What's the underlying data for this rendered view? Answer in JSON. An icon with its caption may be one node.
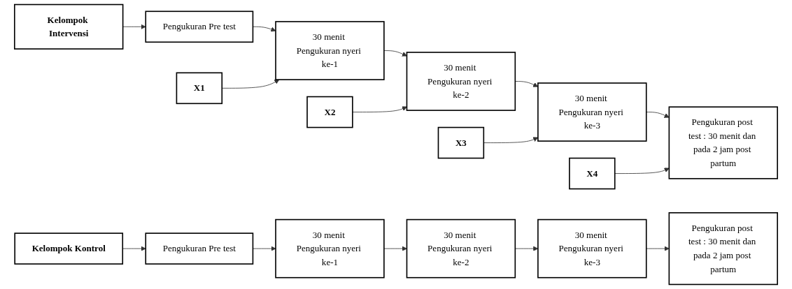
{
  "diagram": {
    "nodes": [
      {
        "text": [
          "X1"
        ]
      },
      {
        "text": [
          "X2"
        ]
      },
      {
        "text": [
          "X3"
        ]
      },
      {
        "text": [
          "X4"
        ]
      },
      {
        "text": [
          "Kelompok Intervensi"
        ]
      },
      {
        "text": [
          "Pengukuran Pre test"
        ]
      },
      {
        "text": [
          "30 menit Pengukuran nyeri ke-1"
        ]
      },
      {
        "text": [
          "30 menit Pengukuran nyeri ke-2"
        ]
      },
      {
        "text": [
          "30 menit Pengukuran nyeri ke-3"
        ]
      },
      {
        "text": [
          "Pengukuran post test : 30 menit dan pada 2 jam post partum"
        ]
      },
      {
        "text": [
          "Kelompok Kontrol"
        ]
      },
      {
        "text": [
          "Pengukuran Pre test"
        ]
      },
      {
        "text": [
          "30 menit Pengukuran nyeri ke-1"
        ]
      },
      {
        "text": [
          "30 menit Pengukuran nyeri ke-2"
        ]
      },
      {
        "text": [
          "30 menit Pengukuran nyeri ke-3"
        ]
      },
      {
        "text": [
          "Pengukuran post test : 30 menit dan pada 2 jam post partum"
        ]
      }
    ],
    "edges": [
      {
        "from": 4,
        "to": 5,
        "arrow": "to"
      },
      {
        "from": 5,
        "to": 6,
        "arrow": "to"
      },
      {
        "from": 6,
        "to": 7,
        "arrow": "to"
      },
      {
        "from": 7,
        "to": 8,
        "arrow": "to"
      },
      {
        "from": 8,
        "to": 9,
        "arrow": "to"
      },
      {
        "from": 0,
        "to": 6,
        "arrow": "to"
      },
      {
        "from": 1,
        "to": 7,
        "arrow": "to"
      },
      {
        "from": 2,
        "to": 8,
        "arrow": "to"
      },
      {
        "from": 3,
        "to": 9,
        "arrow": "to"
      },
      {
        "from": 10,
        "to": 11,
        "arrow": "to"
      },
      {
        "from": 11,
        "to": 12,
        "arrow": "to"
      },
      {
        "from": 12,
        "to": 13,
        "arrow": "to"
      },
      {
        "from": 13,
        "to": 14,
        "arrow": "to"
      },
      {
        "from": 14,
        "to": 15,
        "arrow": "to"
      }
    ]
  }
}
